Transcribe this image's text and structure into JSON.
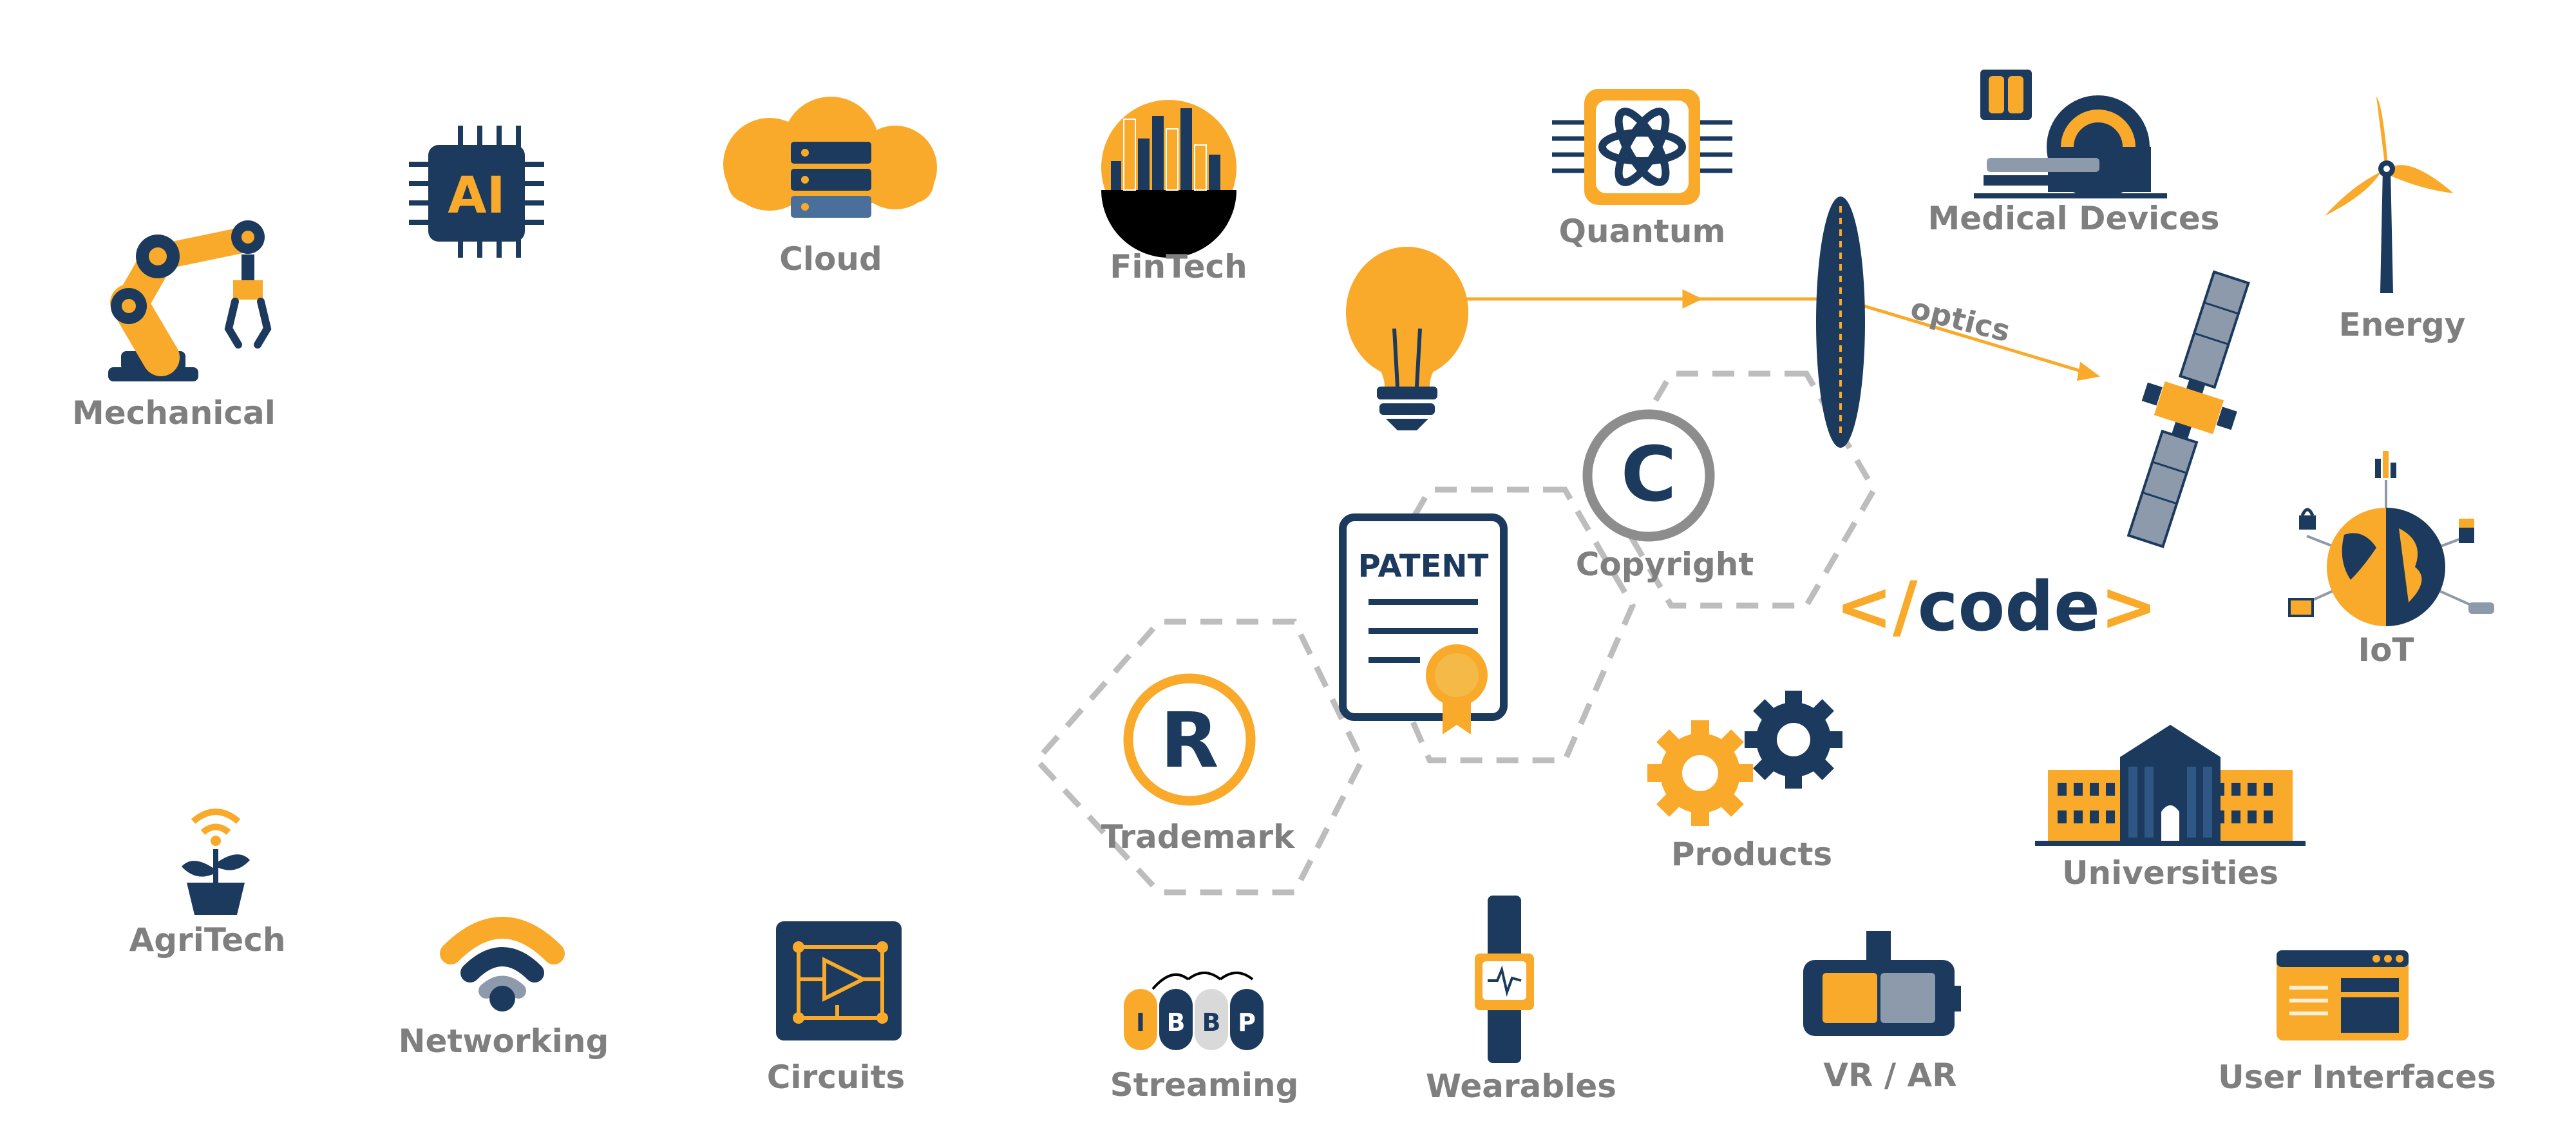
{
  "palette": {
    "navy": "#1b3a5e",
    "orange": "#f9aa2a",
    "gray": "#8d8d8d",
    "light_gray": "#bdbdbd",
    "label_gray": "#7f7f7f"
  },
  "categories": [
    {
      "key": "mechanical",
      "label": "Mechanical",
      "icon": "robot-arm-icon"
    },
    {
      "key": "ai",
      "label": "AI",
      "icon": "ai-chip-icon"
    },
    {
      "key": "cloud",
      "label": "Cloud",
      "icon": "cloud-server-icon"
    },
    {
      "key": "fintech",
      "label": "FinTech",
      "icon": "bar-chart-circle-icon"
    },
    {
      "key": "quantum",
      "label": "Quantum",
      "icon": "quantum-chip-icon"
    },
    {
      "key": "medical",
      "label": "Medical Devices",
      "icon": "mri-scanner-icon"
    },
    {
      "key": "energy",
      "label": "Energy",
      "icon": "wind-turbine-icon"
    },
    {
      "key": "iot",
      "label": "IoT",
      "icon": "globe-network-icon"
    },
    {
      "key": "universities",
      "label": "Universities",
      "icon": "university-building-icon"
    },
    {
      "key": "products",
      "label": "Products",
      "icon": "gears-icon"
    },
    {
      "key": "ui",
      "label": "User Interfaces",
      "icon": "browser-window-icon"
    },
    {
      "key": "vrar",
      "label": "VR / AR",
      "icon": "vr-headset-icon"
    },
    {
      "key": "wearables",
      "label": "Wearables",
      "icon": "smartwatch-icon"
    },
    {
      "key": "streaming",
      "label": "Streaming",
      "icon": "frame-sequence-icon"
    },
    {
      "key": "circuits",
      "label": "Circuits",
      "icon": "circuit-board-icon"
    },
    {
      "key": "networking",
      "label": "Networking",
      "icon": "wifi-icon"
    },
    {
      "key": "agritech",
      "label": "AgriTech",
      "icon": "plant-wifi-icon"
    }
  ],
  "ip": {
    "patent": {
      "title": "PATENT",
      "icon": "patent-certificate-icon"
    },
    "copyright": {
      "label": "Copyright",
      "symbol": "C",
      "icon": "copyright-icon"
    },
    "trademark": {
      "label": "Trademark",
      "symbol": "R",
      "icon": "registered-trademark-icon"
    }
  },
  "optics": {
    "label": "optics",
    "icon": "lightbulb-lens-satellite-icon"
  },
  "code": {
    "open": "</",
    "word": "code",
    "close": ">"
  },
  "streaming_frames": [
    "I",
    "B",
    "B",
    "P"
  ]
}
